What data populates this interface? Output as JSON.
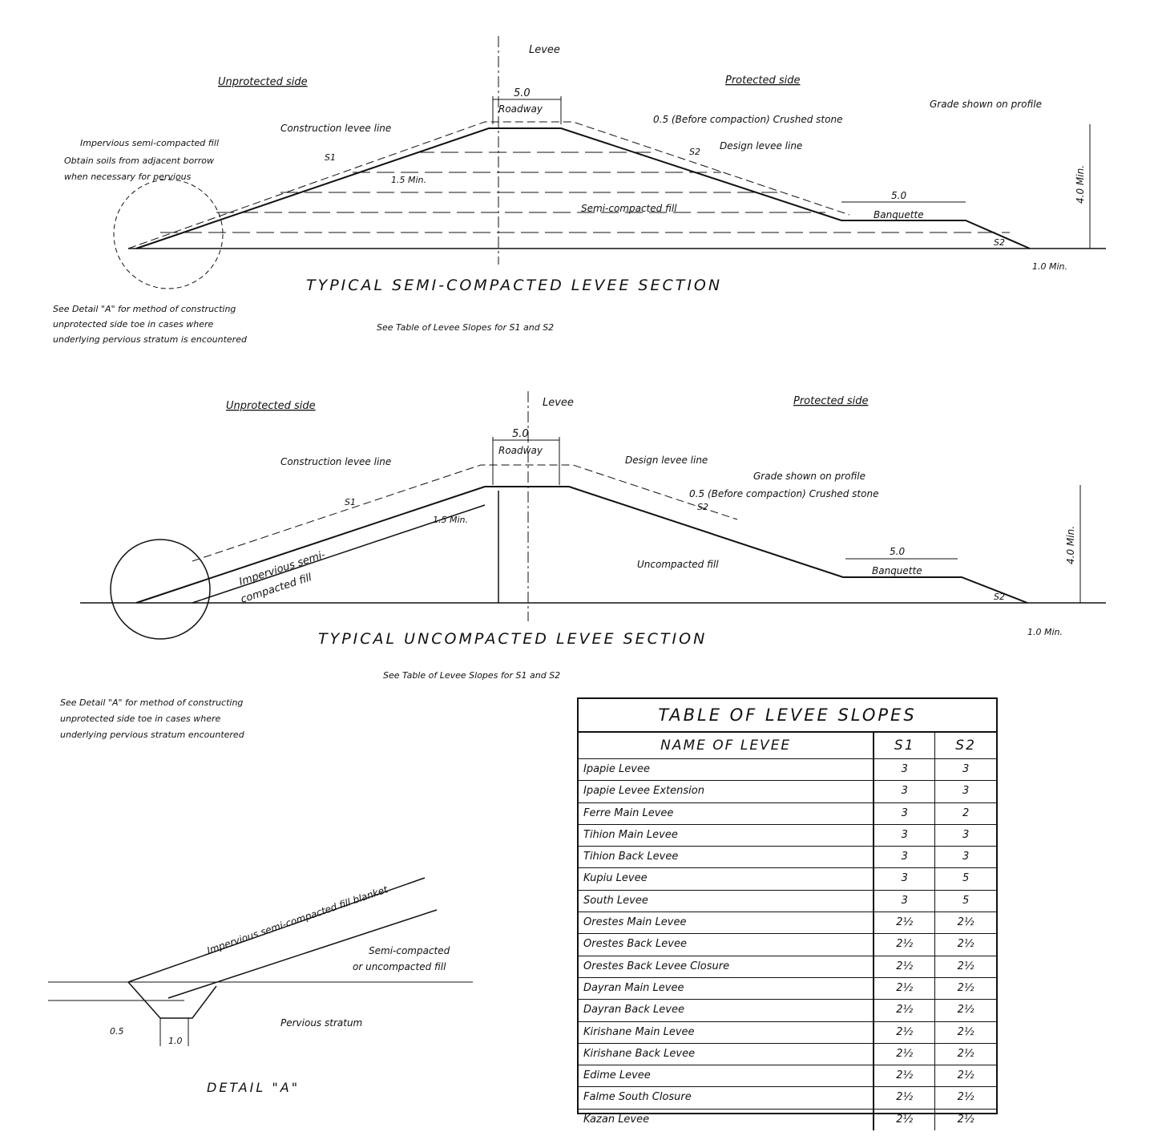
{
  "section1": {
    "title": "TYPICAL SEMI-COMPACTED LEVEE SECTION",
    "centerline": "Levee",
    "left_side": "Unprotected side",
    "right_side": "Protected side",
    "roadway_width": "5.0",
    "roadway": "Roadway",
    "construction_line": "Construction levee line",
    "crown_note": "0.5 (Before compaction) Crushed stone",
    "grade_note": "Grade shown on profile",
    "design_line": "Design levee line",
    "fill_label": "Semi-compacted fill",
    "impervious_note": [
      "Impervious semi-compacted fill",
      "Obtain soils from adjacent borrow",
      "when necessary for pervious"
    ],
    "slope1": "S1",
    "slope2": "S2",
    "berm_width": "5.0",
    "berm": "Banquette",
    "height": "4.0 Min.",
    "min_label": "1.0 Min.",
    "detail_note": [
      "See Detail \"A\" for method of constructing",
      "unprotected side toe in cases where",
      "underlying pervious stratum is encountered"
    ],
    "slope_ref": "See Table of Levee Slopes for S1 and S2",
    "min_width": "1.5 Min."
  },
  "section2": {
    "title": "TYPICAL UNCOMPACTED LEVEE SECTION",
    "centerline": "Levee",
    "left_side": "Unprotected side",
    "right_side": "Protected side",
    "roadway_width": "5.0",
    "roadway": "Roadway",
    "construction_line": "Construction levee line",
    "design_line": "Design levee line",
    "grade_note": "Grade shown on profile",
    "crown_note": "0.5 (Before compaction) Crushed stone",
    "fill_label": "Uncompacted fill",
    "blanket": [
      "Impervious semi-",
      "compacted fill"
    ],
    "min_width": "1.5 Min.",
    "slope1": "S1",
    "slope2": "S2",
    "berm_width": "5.0",
    "berm": "Banquette",
    "height": "4.0 Min.",
    "min_label": "1.0 Min.",
    "slope_ref": "See Table of Levee Slopes for S1 and S2",
    "detail_note": [
      "See Detail \"A\" for method of constructing",
      "unprotected side toe in cases where",
      "underlying pervious stratum encountered"
    ]
  },
  "detail": {
    "title": "DETAIL \"A\"",
    "blanket": "Impervious semi-compacted fill blanket",
    "fill": [
      "Semi-compacted",
      "or uncompacted fill"
    ],
    "stratum": "Pervious stratum",
    "dim1": "0.5",
    "dim2": "1.0"
  },
  "table": {
    "title": "TABLE OF LEVEE SLOPES",
    "col_name": "NAME OF LEVEE",
    "col_s1": "S1",
    "col_s2": "S2",
    "rows": [
      {
        "name": "Ipapie Levee",
        "s1": "3",
        "s2": "3"
      },
      {
        "name": "Ipapie Levee Extension",
        "s1": "3",
        "s2": "3"
      },
      {
        "name": "Ferre Main Levee",
        "s1": "3",
        "s2": "2"
      },
      {
        "name": "Tihion Main Levee",
        "s1": "3",
        "s2": "3"
      },
      {
        "name": "Tihion Back Levee",
        "s1": "3",
        "s2": "3"
      },
      {
        "name": "Kupiu Levee",
        "s1": "3",
        "s2": "5"
      },
      {
        "name": "South Levee",
        "s1": "3",
        "s2": "5"
      },
      {
        "name": "Orestes Main Levee",
        "s1": "2½",
        "s2": "2½"
      },
      {
        "name": "Orestes Back Levee",
        "s1": "2½",
        "s2": "2½"
      },
      {
        "name": "Orestes Back Levee Closure",
        "s1": "2½",
        "s2": "2½"
      },
      {
        "name": "Dayran Main Levee",
        "s1": "2½",
        "s2": "2½"
      },
      {
        "name": "Dayran Back Levee",
        "s1": "2½",
        "s2": "2½"
      },
      {
        "name": "Kirishane Main Levee",
        "s1": "2½",
        "s2": "2½"
      },
      {
        "name": "Kirishane Back Levee",
        "s1": "2½",
        "s2": "2½"
      },
      {
        "name": "Edime Levee",
        "s1": "2½",
        "s2": "2½"
      },
      {
        "name": "Falme South Closure",
        "s1": "2½",
        "s2": "2½"
      },
      {
        "name": "Kazan Levee",
        "s1": "2½",
        "s2": "2½"
      }
    ]
  }
}
